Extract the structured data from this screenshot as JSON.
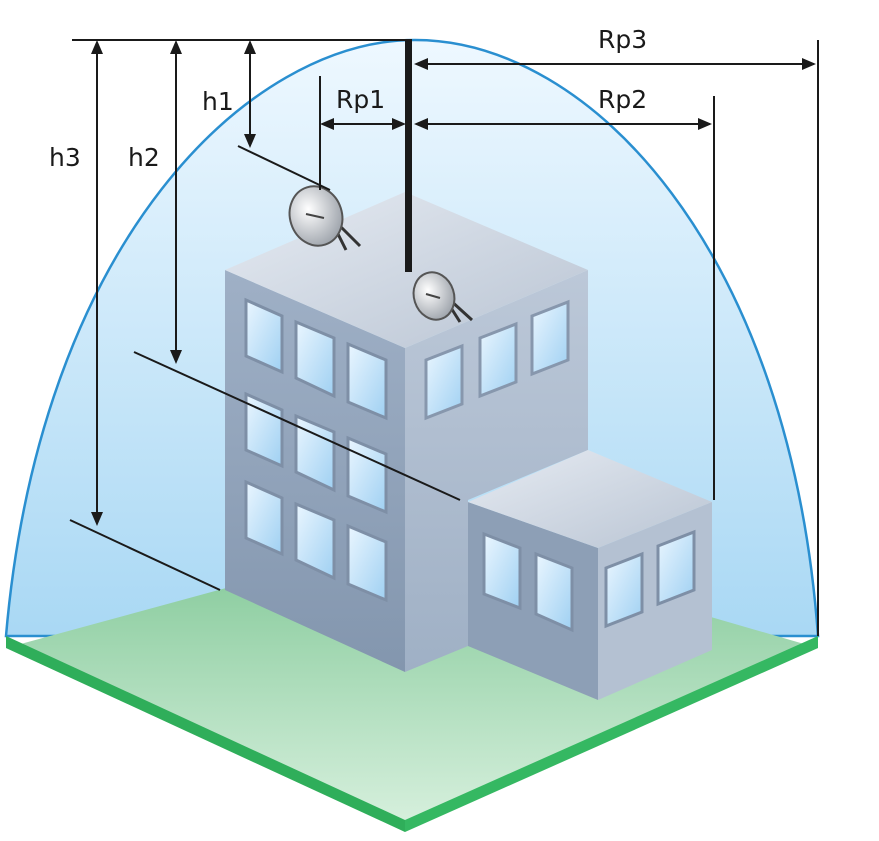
{
  "labels": {
    "h1": "h1",
    "h2": "h2",
    "h3": "h3",
    "rp1": "Rp1",
    "rp2": "Rp2",
    "rp3": "Rp3"
  },
  "colors": {
    "dome_stroke": "#2a8fd0",
    "dome_fill_top": "#eef8ff",
    "dome_fill_bottom": "#a9d8f4",
    "ground_fill": "#8fd19e",
    "ground_edge": "#2fae5a",
    "wall_dark": "#8a9bb3",
    "wall_light": "#a7b6ca",
    "roof": "#c9d2de",
    "window": "#c6e6fb",
    "line": "#1a1a1a"
  },
  "icons": [
    "satellite-dish-icon",
    "antenna-mast-icon"
  ]
}
